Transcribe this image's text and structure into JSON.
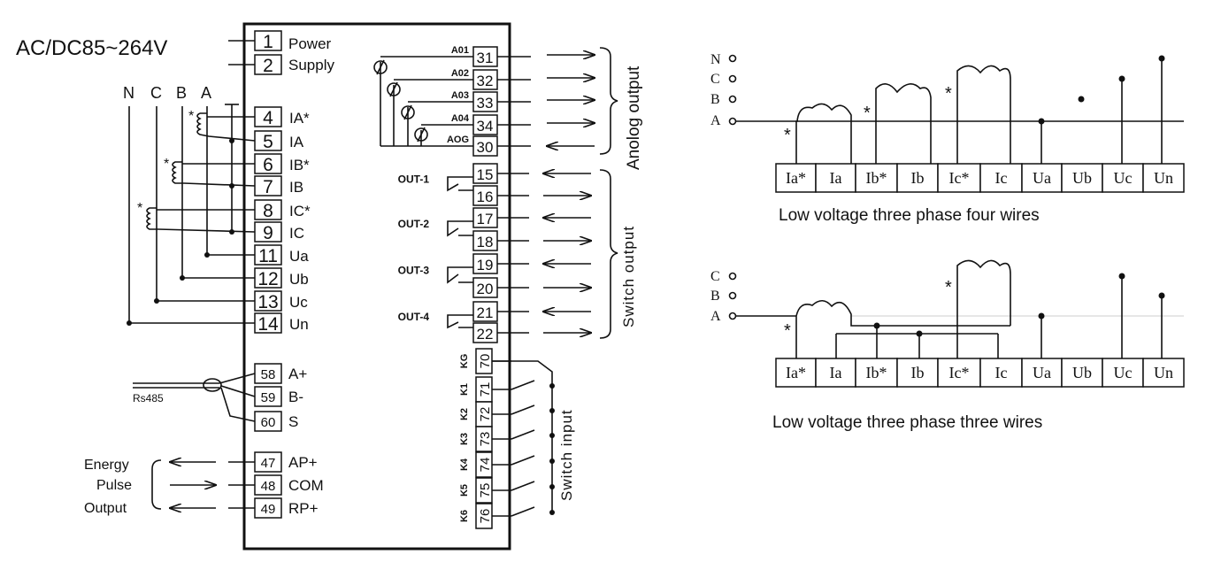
{
  "power": {
    "voltage": "AC/DC85~264V",
    "label1": "Power",
    "label2": "Supply"
  },
  "phases": [
    "N",
    "C",
    "B",
    "A"
  ],
  "left_terminals": [
    {
      "num": "1",
      "label": ""
    },
    {
      "num": "2",
      "label": ""
    },
    {
      "num": "4",
      "label": "IA*"
    },
    {
      "num": "5",
      "label": "IA"
    },
    {
      "num": "6",
      "label": "IB*"
    },
    {
      "num": "7",
      "label": "IB"
    },
    {
      "num": "8",
      "label": "IC*"
    },
    {
      "num": "9",
      "label": "IC"
    },
    {
      "num": "11",
      "label": "Ua"
    },
    {
      "num": "12",
      "label": "Ub"
    },
    {
      "num": "13",
      "label": "Uc"
    },
    {
      "num": "14",
      "label": "Un"
    }
  ],
  "rs485": {
    "label": "Rs485",
    "terminals": [
      {
        "num": "58",
        "label": "A+"
      },
      {
        "num": "59",
        "label": "B-"
      },
      {
        "num": "60",
        "label": "S"
      }
    ]
  },
  "energy": {
    "label1": "Energy",
    "label2": "Pulse",
    "label3": "Output",
    "terminals": [
      {
        "num": "47",
        "label": "AP+"
      },
      {
        "num": "48",
        "label": "COM"
      },
      {
        "num": "49",
        "label": "RP+"
      }
    ]
  },
  "analog": {
    "title": "Anolog output",
    "terminals": [
      {
        "num": "31",
        "tag": "A01"
      },
      {
        "num": "32",
        "tag": "A02"
      },
      {
        "num": "33",
        "tag": "A03"
      },
      {
        "num": "34",
        "tag": "A04"
      },
      {
        "num": "30",
        "tag": "AOG"
      }
    ]
  },
  "switch_output": {
    "title": "Switch output",
    "terminals": [
      "15",
      "16",
      "17",
      "18",
      "19",
      "20",
      "21",
      "22"
    ],
    "tags": [
      "OUT-1",
      "OUT-2",
      "OUT-3",
      "OUT-4"
    ]
  },
  "switch_input": {
    "title": "Switch input",
    "terminals": [
      "70",
      "71",
      "72",
      "73",
      "74",
      "75",
      "76"
    ],
    "tags": [
      "KG",
      "K1",
      "K2",
      "K3",
      "K4",
      "K5",
      "K6"
    ]
  },
  "four_wire": {
    "caption": "Low voltage three phase four wires",
    "lines": [
      "N",
      "C",
      "B",
      "A"
    ],
    "cells": [
      "Ia*",
      "Ia",
      "Ib*",
      "Ib",
      "Ic*",
      "Ic",
      "Ua",
      "Ub",
      "Uc",
      "Un"
    ]
  },
  "three_wire": {
    "caption": "Low voltage three phase three wires",
    "lines": [
      "C",
      "B",
      "A"
    ],
    "cells": [
      "Ia*",
      "Ia",
      "Ib*",
      "Ib",
      "Ic*",
      "Ic",
      "Ua",
      "Ub",
      "Uc",
      "Un"
    ]
  }
}
